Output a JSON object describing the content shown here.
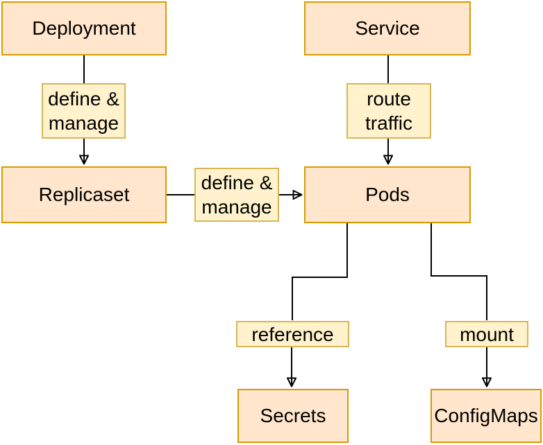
{
  "diagram": {
    "type": "flowchart",
    "background": "#ffffff",
    "colors": {
      "node_fill": "#ffe6cc",
      "node_border": "#d79b00",
      "edge_label_fill": "#fff2cc",
      "edge_label_border": "#d6b656",
      "edge_line": "#000000",
      "text": "#000000"
    },
    "nodes": {
      "deployment": {
        "label": "Deployment"
      },
      "service": {
        "label": "Service"
      },
      "replicaset": {
        "label": "Replicaset"
      },
      "pods": {
        "label": "Pods"
      },
      "secrets": {
        "label": "Secrets"
      },
      "configmaps": {
        "label": "ConfigMaps"
      }
    },
    "edge_labels": {
      "deployment_replicaset": {
        "line1": "define &",
        "line2": "manage"
      },
      "replicaset_pods": {
        "line1": "define &",
        "line2": "manage"
      },
      "service_pods": {
        "line1": "route",
        "line2": "traffic"
      },
      "pods_secrets": {
        "label": "reference"
      },
      "pods_configmaps": {
        "label": "mount"
      }
    },
    "edges": [
      {
        "from": "Deployment",
        "to": "Replicaset",
        "label": "define & manage",
        "direction": "down"
      },
      {
        "from": "Replicaset",
        "to": "Pods",
        "label": "define & manage",
        "direction": "right"
      },
      {
        "from": "Service",
        "to": "Pods",
        "label": "route traffic",
        "direction": "down"
      },
      {
        "from": "Pods",
        "to": "Secrets",
        "label": "reference",
        "direction": "down"
      },
      {
        "from": "Pods",
        "to": "ConfigMaps",
        "label": "mount",
        "direction": "down"
      }
    ]
  }
}
